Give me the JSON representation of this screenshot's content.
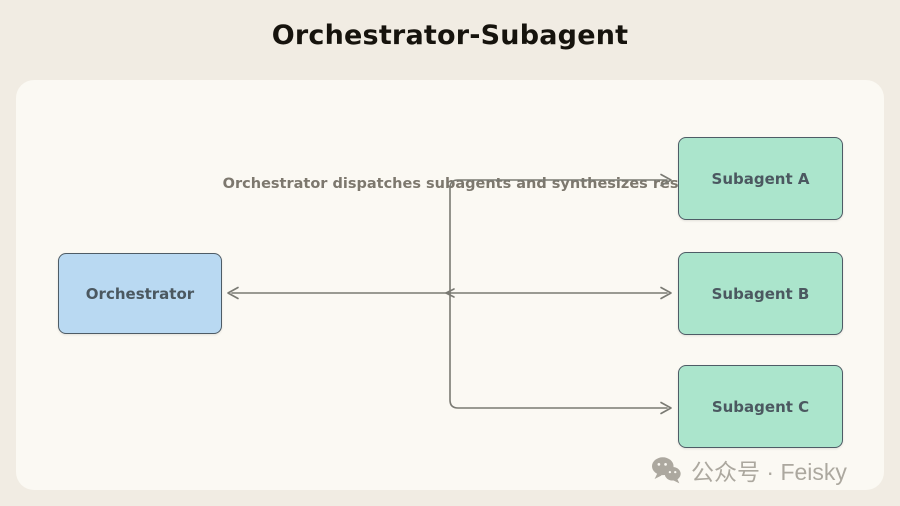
{
  "title": "Orchestrator-Subagent",
  "diagram": {
    "subtitle": "Orchestrator dispatches subagents and synthesizes results",
    "orchestrator": {
      "label": "Orchestrator"
    },
    "subagents": [
      {
        "label": "Subagent A"
      },
      {
        "label": "Subagent B"
      },
      {
        "label": "Subagent C"
      }
    ],
    "edges": [
      {
        "from": "Orchestrator",
        "to": "Subagent A",
        "direction": "bidirectional"
      },
      {
        "from": "Orchestrator",
        "to": "Subagent B",
        "direction": "bidirectional"
      },
      {
        "from": "Orchestrator",
        "to": "Subagent C",
        "direction": "bidirectional"
      }
    ]
  },
  "watermark": {
    "icon": "wechat-icon",
    "text": "公众号 · Feisky"
  },
  "colors": {
    "background": "#f1ece3",
    "panel": "#fbf9f3",
    "orchestrator_fill": "#b9d9f2",
    "subagent_fill": "#abe5cc",
    "node_border": "#4e5c66",
    "node_text": "#4b5860",
    "line": "#7a7a73",
    "title_text": "#16130d",
    "subtitle_text": "#7d786e",
    "watermark_text": "#aca89f"
  }
}
